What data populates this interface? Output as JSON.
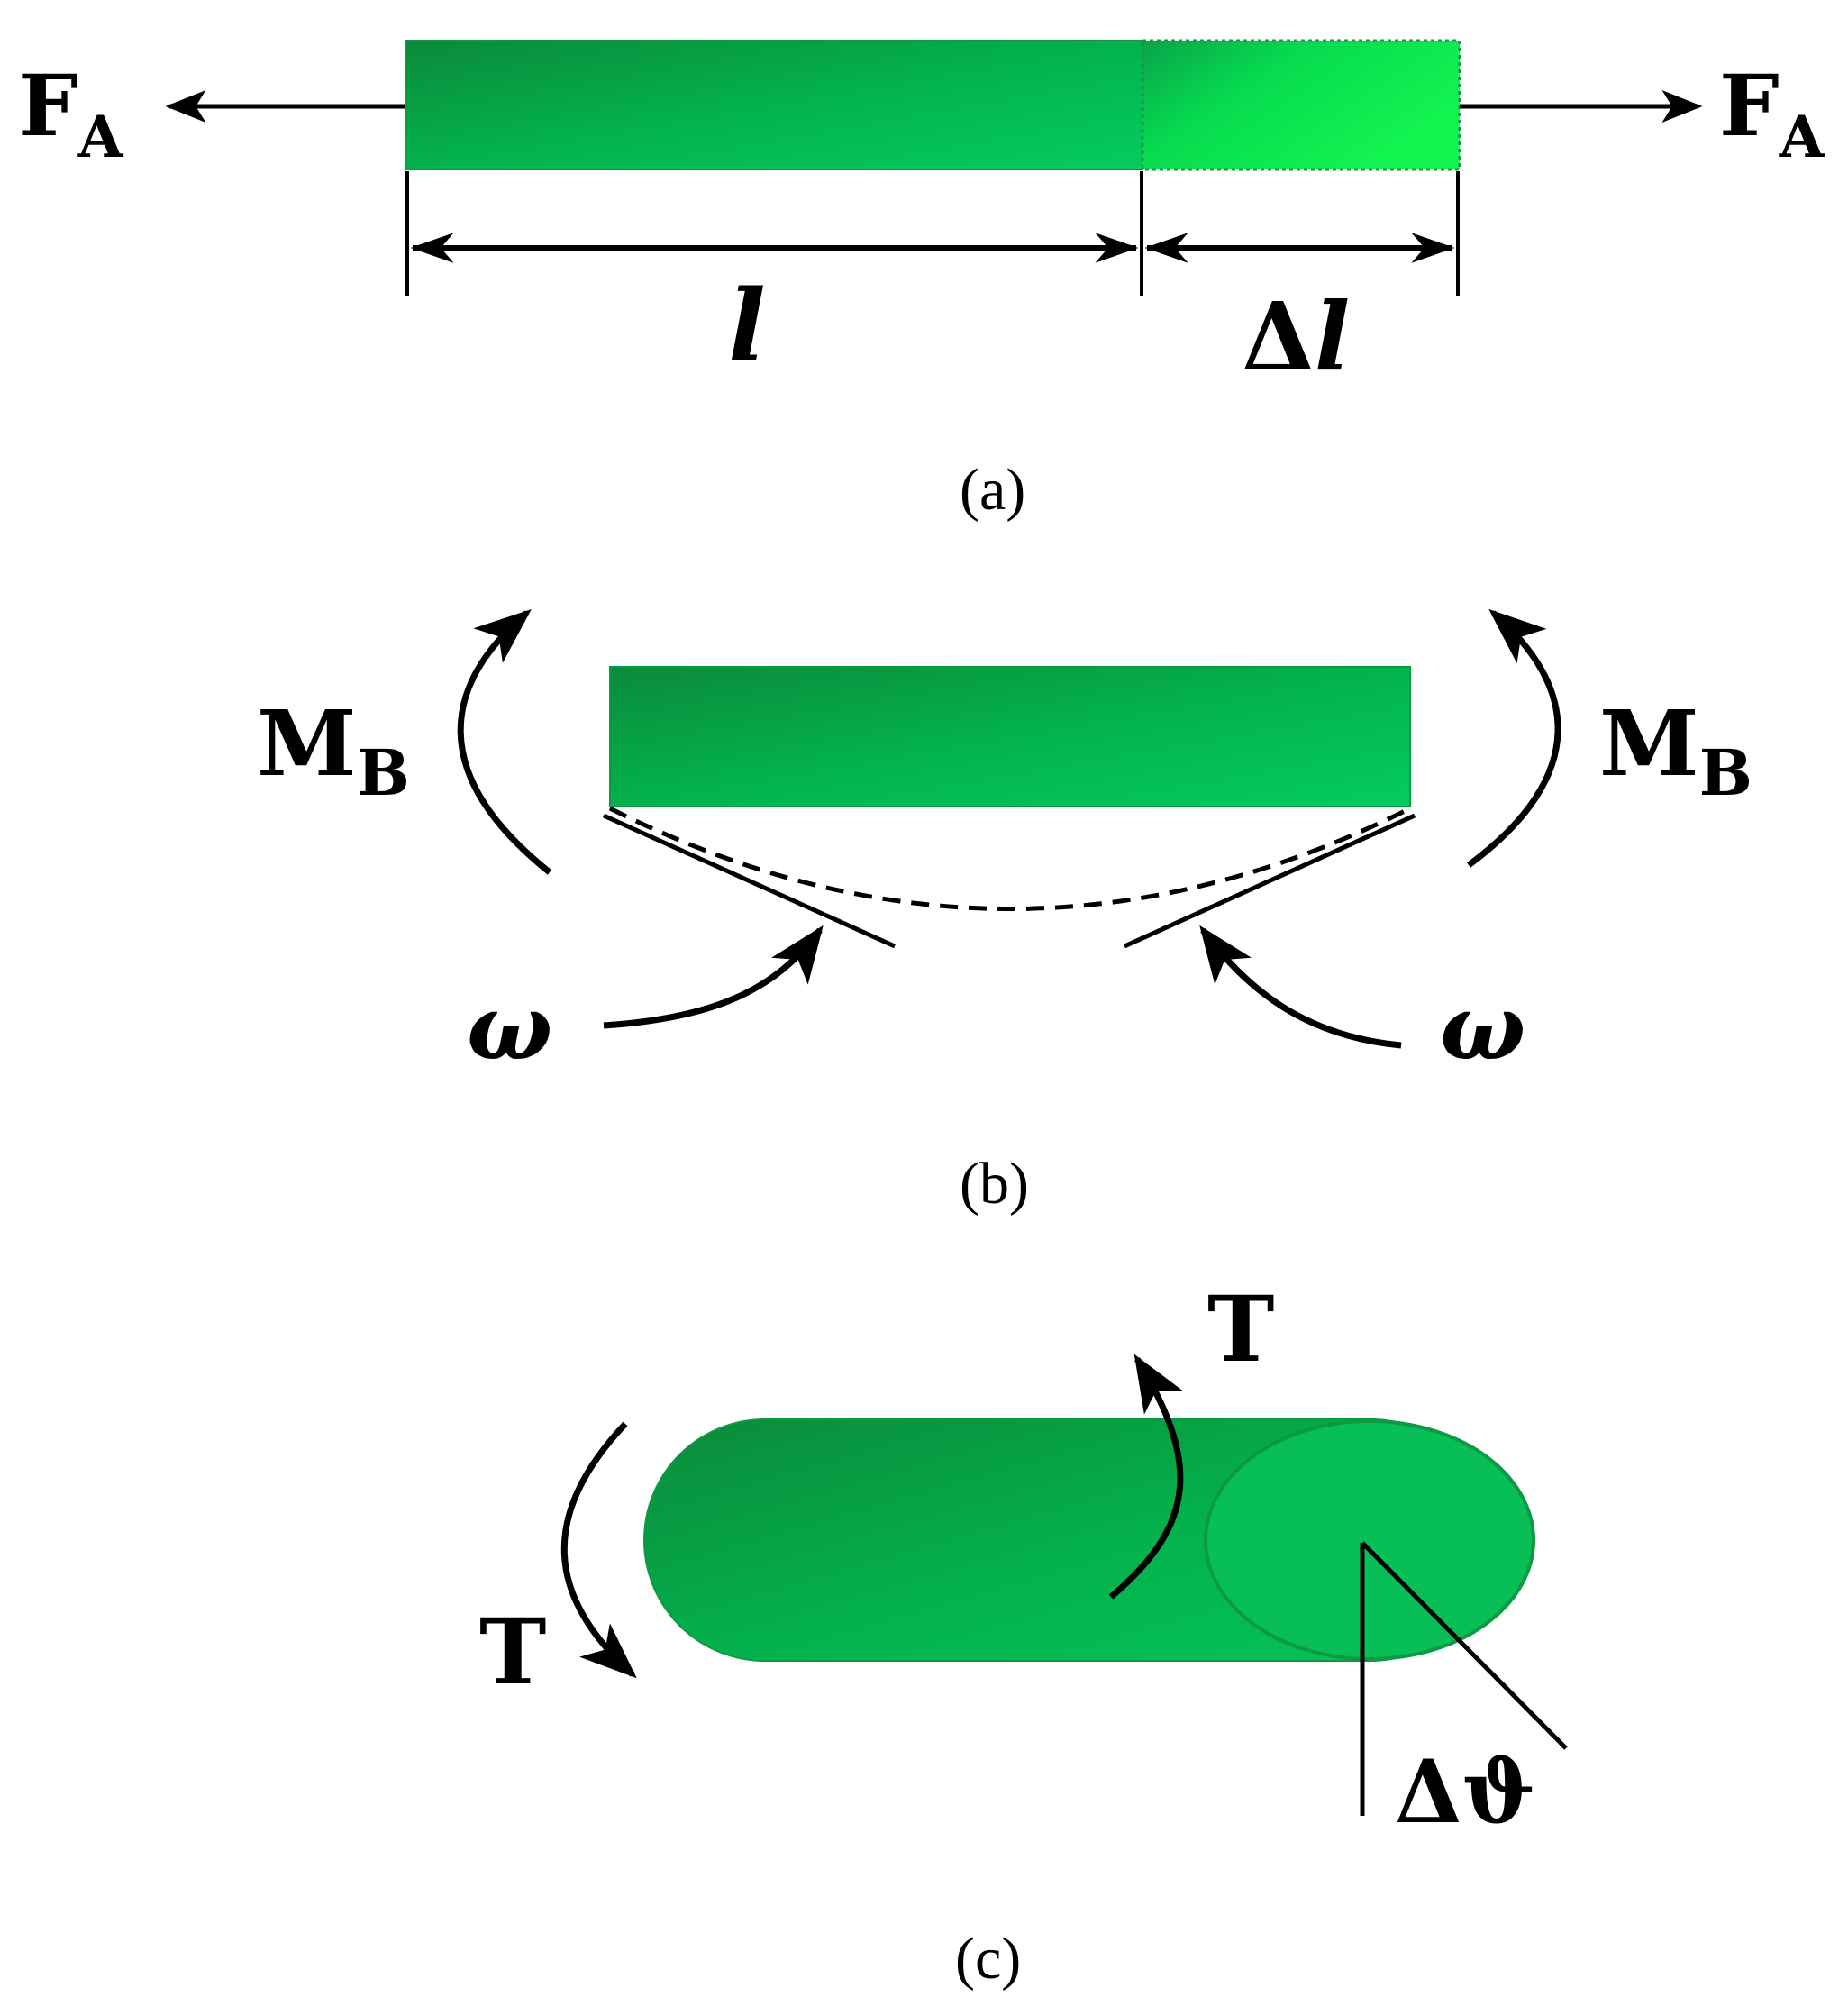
{
  "panel_a": {
    "force_left": {
      "main": "F",
      "sub": "A"
    },
    "force_right": {
      "main": "F",
      "sub": "A"
    },
    "length_label": "l",
    "delta_symbol": "Δ",
    "delta_length_label": "l",
    "caption": "(a)"
  },
  "panel_b": {
    "moment_left": {
      "main": "M",
      "sub": "B"
    },
    "moment_right": {
      "main": "M",
      "sub": "B"
    },
    "angle_left": "ω",
    "angle_right": "ω",
    "caption": "(b)"
  },
  "panel_c": {
    "torque_top": "T",
    "torque_left": "T",
    "twist_label": "Δϑ",
    "caption": "(c)"
  },
  "colors": {
    "bar_dark": "#0b8a3a",
    "bar_light": "#05c95a",
    "bar_extension": "#0bf04f",
    "line": "#000000"
  }
}
